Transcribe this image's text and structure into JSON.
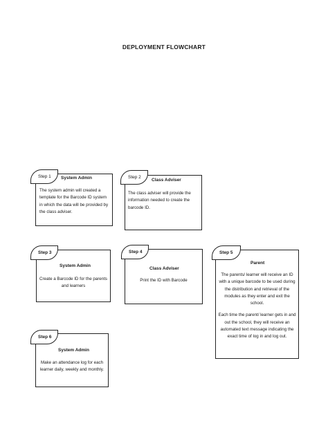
{
  "page": {
    "title": "DEPLOYMENT FLOWCHART"
  },
  "steps": [
    {
      "step": "Step 1",
      "role": "System Admin",
      "text": "The system admin will created a template for the Barcode ID system in which the data will be provided by the class adviser."
    },
    {
      "step": "Step 2",
      "role": "Class Adviser",
      "text": "The class adviser will provide the information needed to create the barcode ID."
    },
    {
      "step": "Step 3",
      "role": "System Admin",
      "text": "Create a Barcode ID for the parents and learners"
    },
    {
      "step": "Step 4",
      "role": "Class Adviser",
      "text": "Print the ID with Barcode"
    },
    {
      "step": "Step 5",
      "role": "Parent",
      "text": "The parents/ learner will receive an ID with a unique barcode to be used during the distribution and retrieval of the modules as they enter and exit the school.",
      "text2": "Each time the parent/ learner gets in and out the school, they will receive an automated text message indicating the exact time of log in and log out."
    },
    {
      "step": "Step 6",
      "role": "System Admin",
      "text": "Make an attendance log for each learner daily, weekly and monthly."
    }
  ]
}
